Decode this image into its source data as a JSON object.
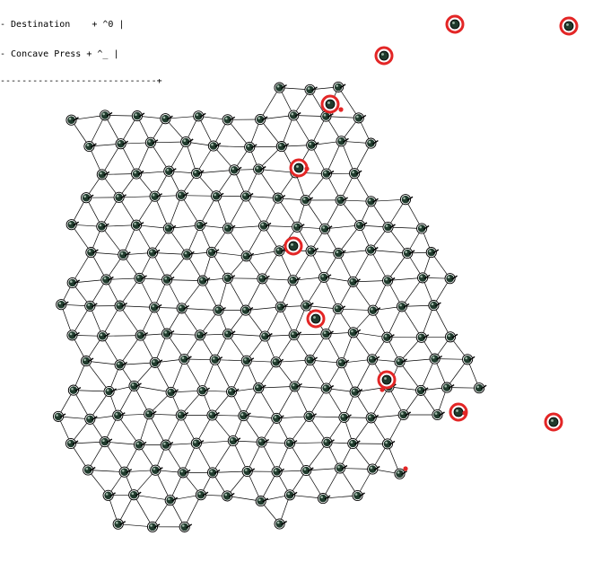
{
  "legend": {
    "rows": [
      {
        "label": "- Destination",
        "shortcut": "+ ^0 |"
      },
      {
        "label": "- Concave Press",
        "shortcut": "+ ^_ |"
      }
    ],
    "border": "-----------------------------+"
  },
  "colors": {
    "node_fill": "#1f3a2c",
    "node_ring": "#000000",
    "edge": "#000000",
    "highlight": "#e32626",
    "tail": "#000000"
  }
}
